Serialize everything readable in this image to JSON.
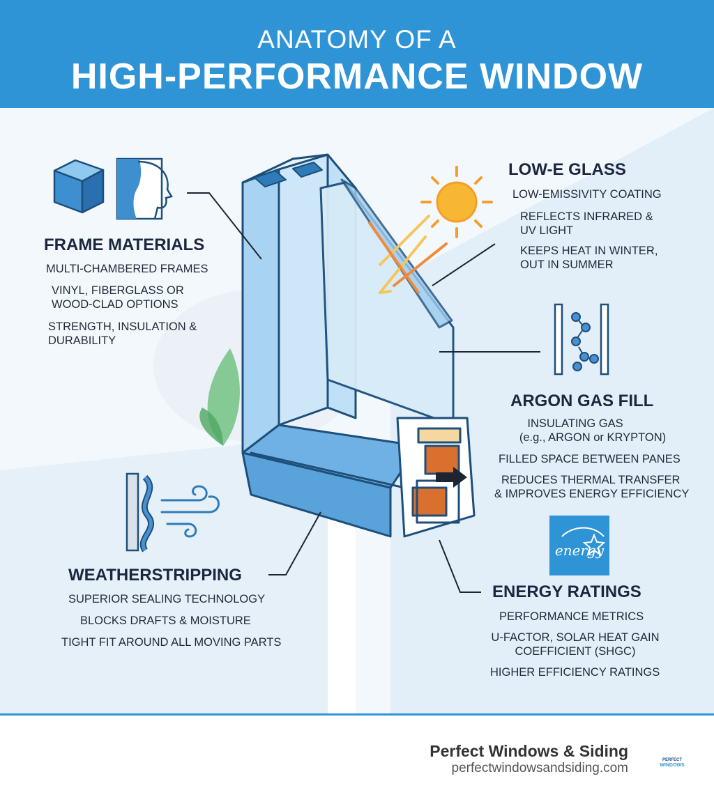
{
  "title": {
    "line1": "ANATOMY OF A",
    "line2": "HIGH-PERFORMANCE WINDOW"
  },
  "sections": {
    "frame": {
      "heading": "FRAME MATERIALS",
      "items": [
        "MULTI-CHAMBERED FRAMES",
        "VINYL, FIBERGLASS OR",
        "WOOD-CLAD OPTIONS",
        "STRENGTH, INSULATION &",
        "DURABILITY"
      ]
    },
    "lowe": {
      "heading": "LOW-E GLASS",
      "items": [
        "LOW-EMISSIVITY COATING",
        "REFLECTS INFRARED &",
        "UV LIGHT",
        "KEEPS HEAT IN WINTER,",
        "OUT IN SUMMER"
      ]
    },
    "argon": {
      "heading": "ARGON GAS FILL",
      "items": [
        "INSULATING GAS",
        "(e.g., ARGON or KRYPTON)",
        "FILLED SPACE BETWEEN PANES",
        "REDUCES THERMAL TRANSFER",
        "& IMPROVES ENERGY EFFICIENCY"
      ]
    },
    "weather": {
      "heading": "WEATHERSTRIPPING",
      "items": [
        "SUPERIOR SEALING TECHNOLOGY",
        "BLOCKS DRAFTS & MOISTURE",
        "TIGHT FIT AROUND ALL MOVING PARTS"
      ]
    },
    "energy": {
      "heading": "ENERGY RATINGS",
      "items": [
        "PERFORMANCE METRICS",
        "U-FACTOR, SOLAR HEAT GAIN",
        "COEFFICIENT (SHGC)",
        "HIGHER EFFICIENCY RATINGS"
      ]
    }
  },
  "energy_logo_text": "energy",
  "footer": {
    "brand": "Perfect Windows & Siding",
    "url": "perfectwindowsandsiding.com",
    "logo_text": "PERFECT WINDOWS"
  },
  "colors": {
    "header": "#2f94d6",
    "heading_text": "#1b2740",
    "frame_blue": "#8cc3ea",
    "glass": "#d7ebf8",
    "outline": "#1d4f7a",
    "sun": "#f7b733"
  },
  "icons": [
    "cube-icon",
    "profile-head-icon",
    "sun-icon",
    "molecule-icon",
    "wind-icon",
    "energy-star-icon",
    "leaf-icon"
  ]
}
